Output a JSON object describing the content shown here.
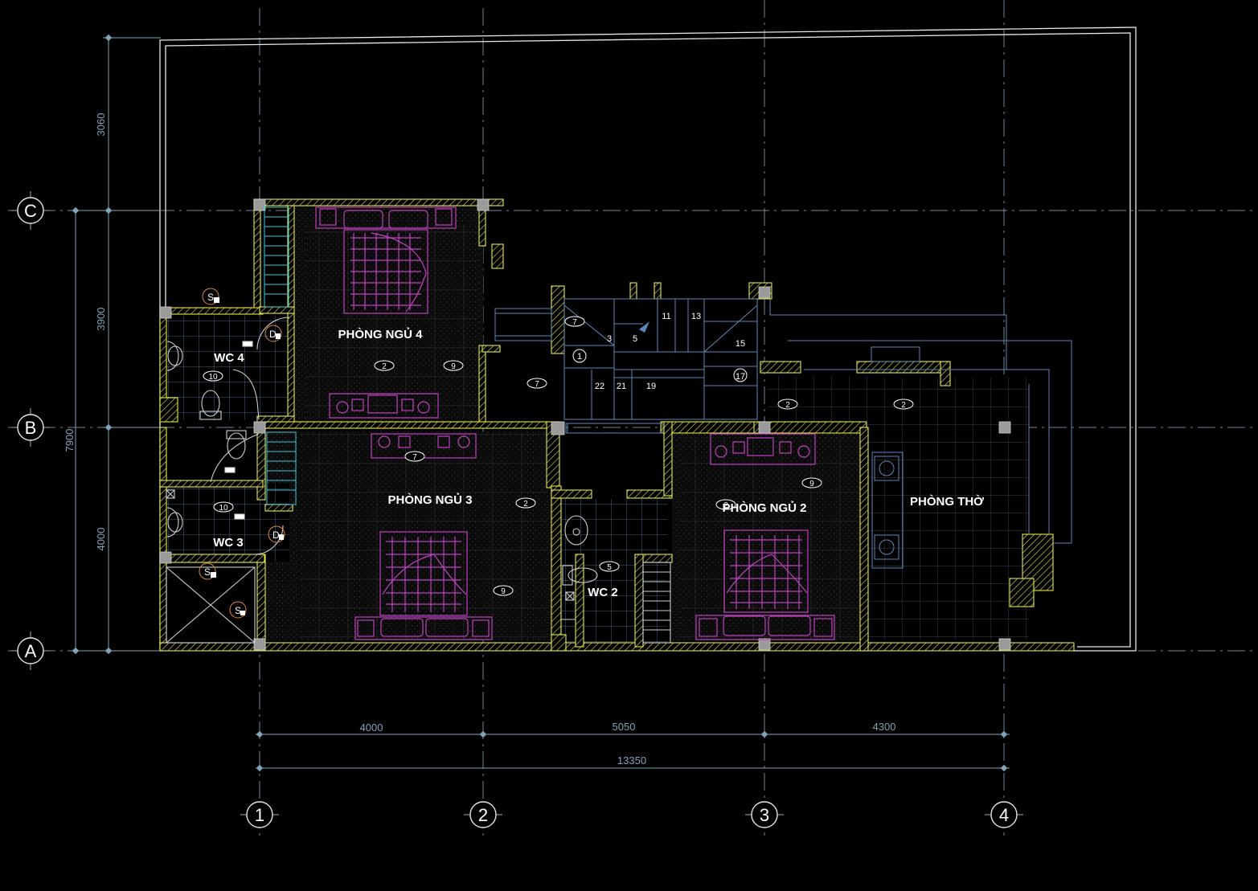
{
  "grid": {
    "rows": [
      {
        "label": "C"
      },
      {
        "label": "B"
      },
      {
        "label": "A"
      }
    ],
    "cols": [
      {
        "label": "1"
      },
      {
        "label": "2"
      },
      {
        "label": "3"
      },
      {
        "label": "4"
      }
    ]
  },
  "dimensions": {
    "vertical_outer": "7900",
    "vertical_top": "3060",
    "vertical_mid": "3900",
    "vertical_low": "4000",
    "horizontal_1": "4000",
    "horizontal_2": "5050",
    "horizontal_3": "4300",
    "horizontal_total": "13350"
  },
  "rooms": {
    "bedroom4": "PHÒNG NGỦ 4",
    "bedroom3": "PHÒNG NGỦ 3",
    "bedroom2": "PHÒNG NGỦ 2",
    "altar_room": "PHÒNG THỜ",
    "wc4": "WC 4",
    "wc3": "WC 3",
    "wc2": "WC 2"
  },
  "tags": {
    "t2": "2",
    "t7": "7",
    "t9": "9",
    "t10": "10",
    "t5": "5",
    "t1": "1"
  },
  "symbols": {
    "s": "S",
    "d": "D"
  },
  "stairs": {
    "steps": [
      "3",
      "5",
      "11",
      "13",
      "15",
      "17",
      "19",
      "21",
      "22"
    ]
  },
  "colors": {
    "background": "#000000",
    "walls": "#e8e84a",
    "furniture": "#c040c0",
    "gridlines": "#8aa9c0",
    "outline": "#e8e8e8"
  }
}
